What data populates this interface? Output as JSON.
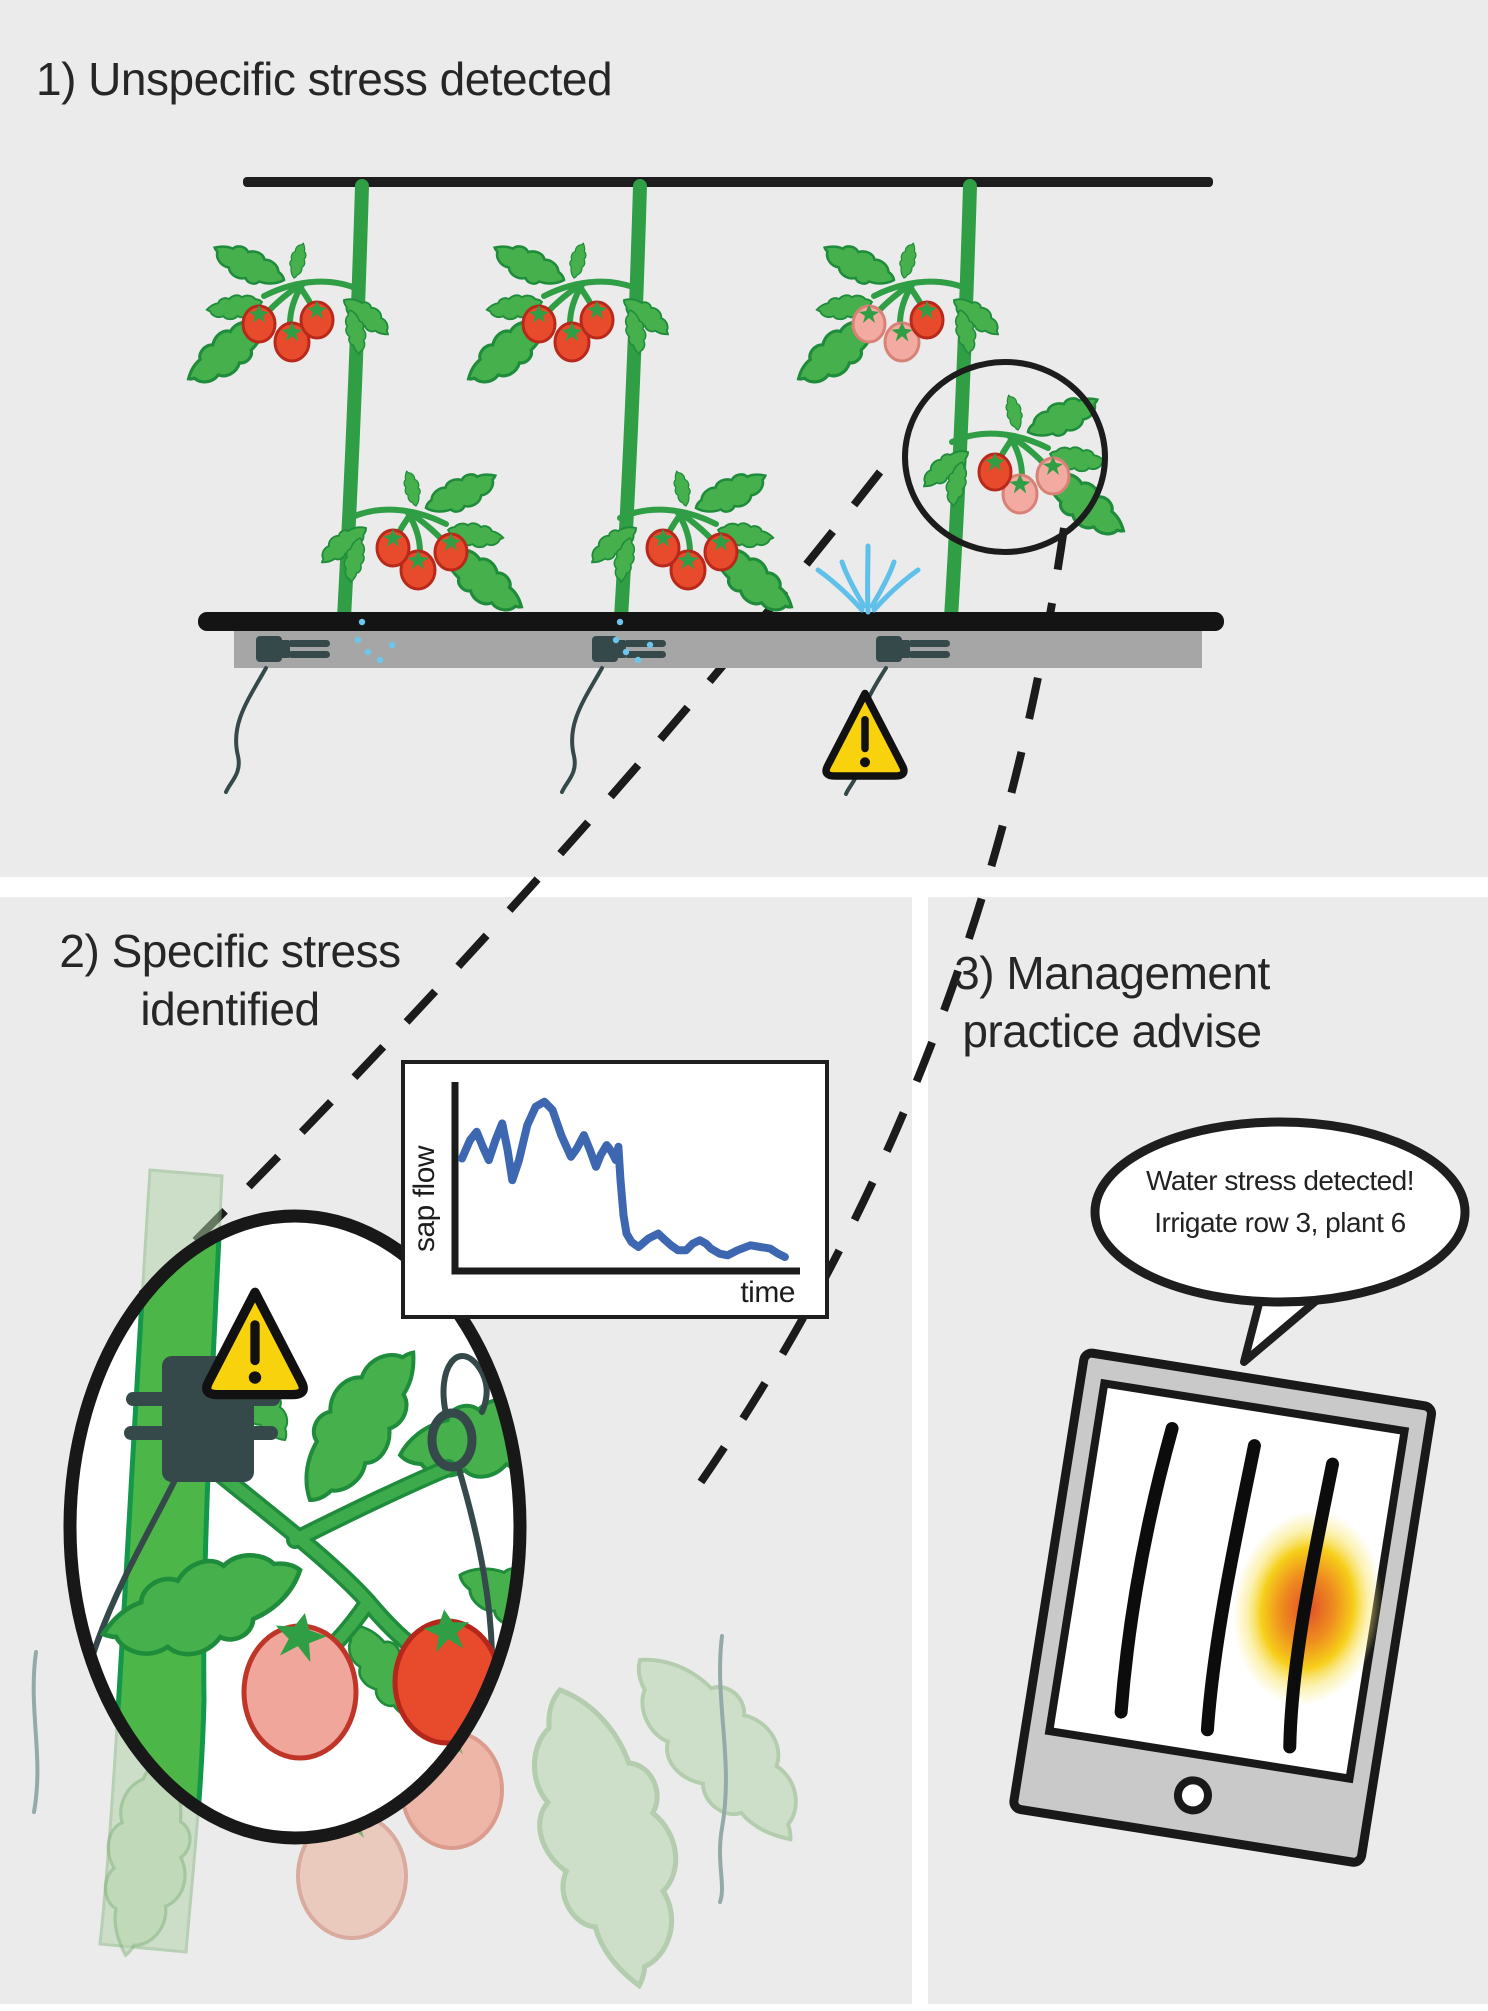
{
  "page": {
    "background": "#ffffff",
    "panel_color": "#ebebeb"
  },
  "sections": {
    "section1": {
      "title": "1) Unspecific stress detected"
    },
    "section2": {
      "title_line1": "2) Specific stress",
      "title_line2": "identified"
    },
    "section3": {
      "title_line1": "3) Management",
      "title_line2": "practice advise"
    }
  },
  "speech_bubble": {
    "line1": "Water stress detected!",
    "line2": "Irrigate row 3, plant 6"
  },
  "chart_data": {
    "type": "line",
    "title": "sap flow inset",
    "xlabel": "time",
    "ylabel": "sap flow",
    "x_range": [
      0,
      100
    ],
    "y_range": [
      0,
      110
    ],
    "grid": false,
    "tick_labels": "none",
    "legend": "none",
    "annotation": "diurnal sap-flow oscillation followed by a sharp drop to a low plateau after water-stress onset",
    "series": [
      {
        "name": "sap flow",
        "color": "#3e67b2",
        "points": [
          [
            0,
            62
          ],
          [
            2.4,
            73
          ],
          [
            4.4,
            78
          ],
          [
            6.2,
            69
          ],
          [
            8,
            61
          ],
          [
            10,
            73
          ],
          [
            12,
            83
          ],
          [
            13.6,
            67
          ],
          [
            15,
            49
          ],
          [
            17,
            61
          ],
          [
            19.5,
            82
          ],
          [
            22,
            93
          ],
          [
            24.6,
            96
          ],
          [
            27,
            91
          ],
          [
            29.6,
            76
          ],
          [
            32.5,
            63
          ],
          [
            34.3,
            68
          ],
          [
            36.4,
            76
          ],
          [
            38.2,
            67
          ],
          [
            40,
            57
          ],
          [
            41.4,
            64
          ],
          [
            43.2,
            70
          ],
          [
            44.7,
            66
          ],
          [
            45.9,
            61
          ],
          [
            46.7,
            69
          ],
          [
            47.3,
            49
          ],
          [
            48.2,
            28
          ],
          [
            49.1,
            17
          ],
          [
            50.6,
            12
          ],
          [
            52.7,
            9
          ],
          [
            55.6,
            14
          ],
          [
            58.6,
            17
          ],
          [
            60.7,
            13
          ],
          [
            62.4,
            10
          ],
          [
            64.5,
            7
          ],
          [
            66.9,
            7
          ],
          [
            68.9,
            11
          ],
          [
            71,
            13
          ],
          [
            72.8,
            11
          ],
          [
            74.3,
            8
          ],
          [
            76.9,
            5
          ],
          [
            79.3,
            4
          ],
          [
            82.2,
            7
          ],
          [
            86.1,
            10
          ],
          [
            89.1,
            9
          ],
          [
            92,
            8
          ],
          [
            94.4,
            5
          ],
          [
            96.4,
            3
          ]
        ]
      }
    ]
  },
  "icons": {
    "warning_triangle": "warning-triangle-icon",
    "water_spray": "water-spray-icon",
    "water_drips": "water-drip-icon",
    "sap_flow_sensor": "sap-flow-sensor-icon",
    "leaf_clip_sensor": "leaf-clip-sensor-icon",
    "magnifier_circle": "zoom-circle-icon",
    "speech_bubble": "speech-bubble-icon",
    "tablet": "tablet-icon",
    "home_button": "home-button-icon",
    "tomato_plant": "tomato-plant-icon",
    "stress_heatmap": "stress-heatmap-glow-icon"
  },
  "colors": {
    "background_panel": "#ebebeb",
    "ink": "#1d1d1d",
    "stem_green": "#2f9e45",
    "leaf_green": "#45b04c",
    "leaf_outline": "#1f8c3c",
    "bright_stem": "#4cb648",
    "tomato_red": "#e84b2c",
    "tomato_red_outline": "#b8291b",
    "tomato_pale": "#f3aba1",
    "tomato_pale_outline": "#d88177",
    "sensor_dark": "#35494a",
    "water_blue": "#5fc0ea",
    "warning_yellow": "#f8d20d",
    "chart_blue": "#3e67b2",
    "gutter_gray": "#a6a6a6",
    "tablet_gray": "#c9c9c9",
    "glow_center": "#e14d2a",
    "glow_outer": "#f6cf1a",
    "faded_plant": "#aed2a6"
  }
}
